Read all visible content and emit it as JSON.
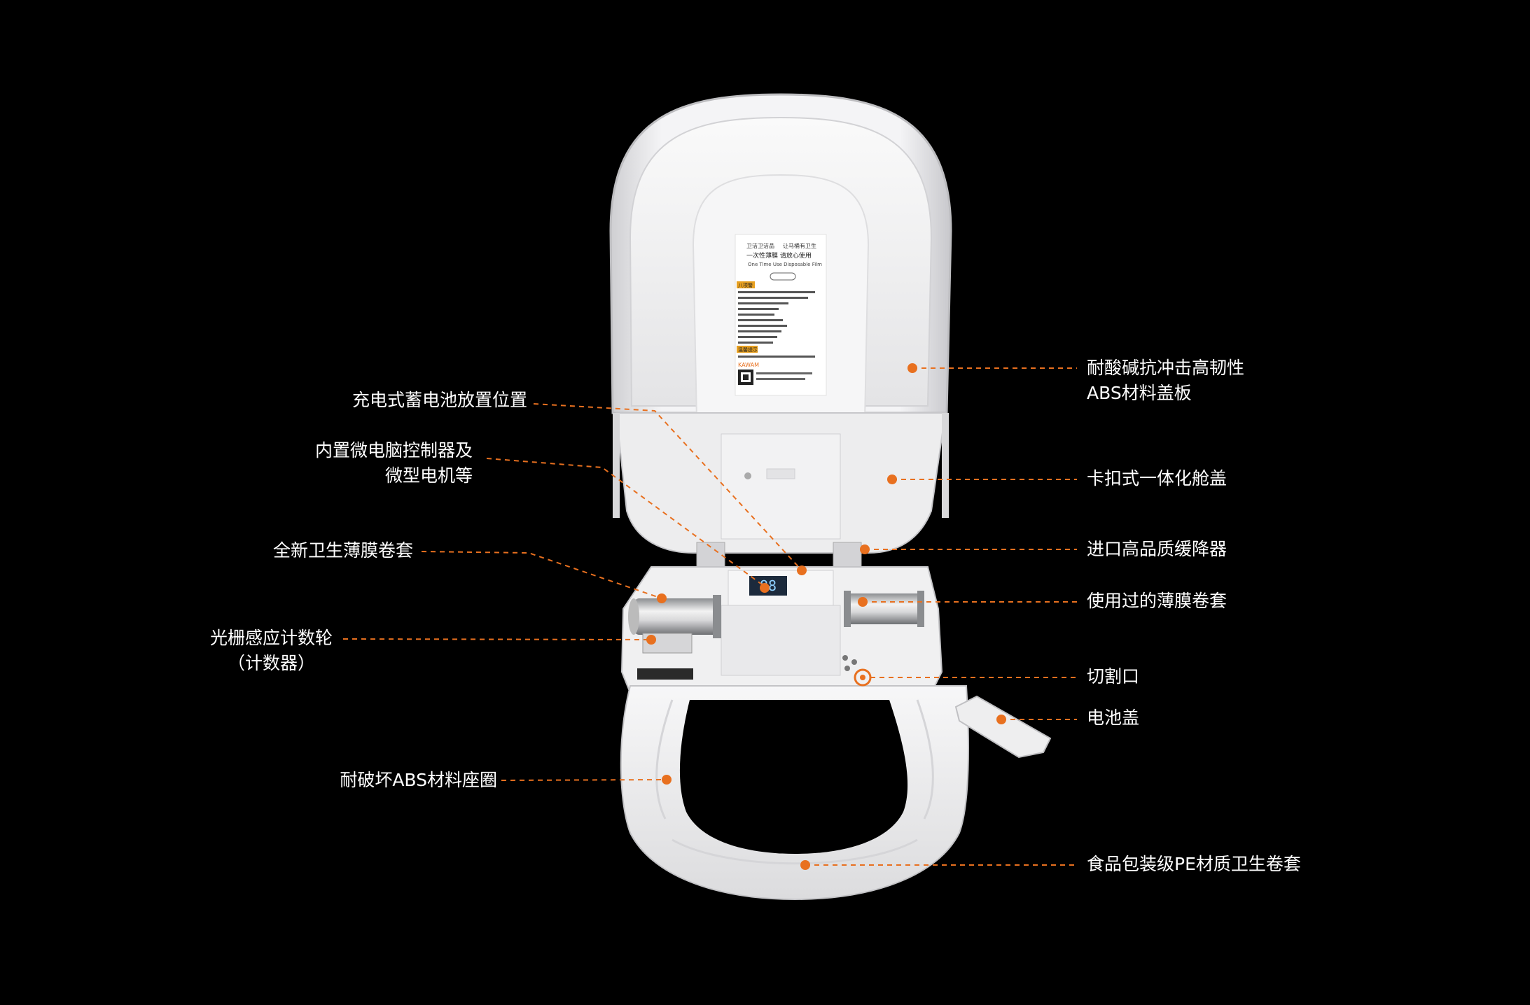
{
  "colors": {
    "background": "#000000",
    "leader": "#e8701f",
    "text": "#ffffff"
  },
  "product_label": {
    "line1": "卫洁卫洁品",
    "line1b": "让马桶有卫生",
    "line2": "一次性薄膜  请放心使用",
    "line3": "One Time Use Disposable Film",
    "badge": "",
    "warn_title": "八项警",
    "tip_title": "温馨提示",
    "brand": "KAWAM"
  },
  "display_readout": "88",
  "callouts": {
    "cover": {
      "line1": "耐酸碱抗冲击高韧性",
      "line2": "ABS材料盖板"
    },
    "hatch": "卡扣式一体化舱盖",
    "damper": "进口高品质缓降器",
    "used_roll": "使用过的薄膜卷套",
    "cutter": "切割口",
    "battery_cover": "电池盖",
    "film": "食品包装级PE材质卫生卷套",
    "battery_position": "充电式蓄电池放置位置",
    "controller": {
      "line1": "内置微电脑控制器及",
      "line2": "微型电机等"
    },
    "new_roll": "全新卫生薄膜卷套",
    "counter": {
      "line1": "光栅感应计数轮",
      "line2": "（计数器）"
    },
    "seat_ring": "耐破坏ABS材料座圈"
  }
}
